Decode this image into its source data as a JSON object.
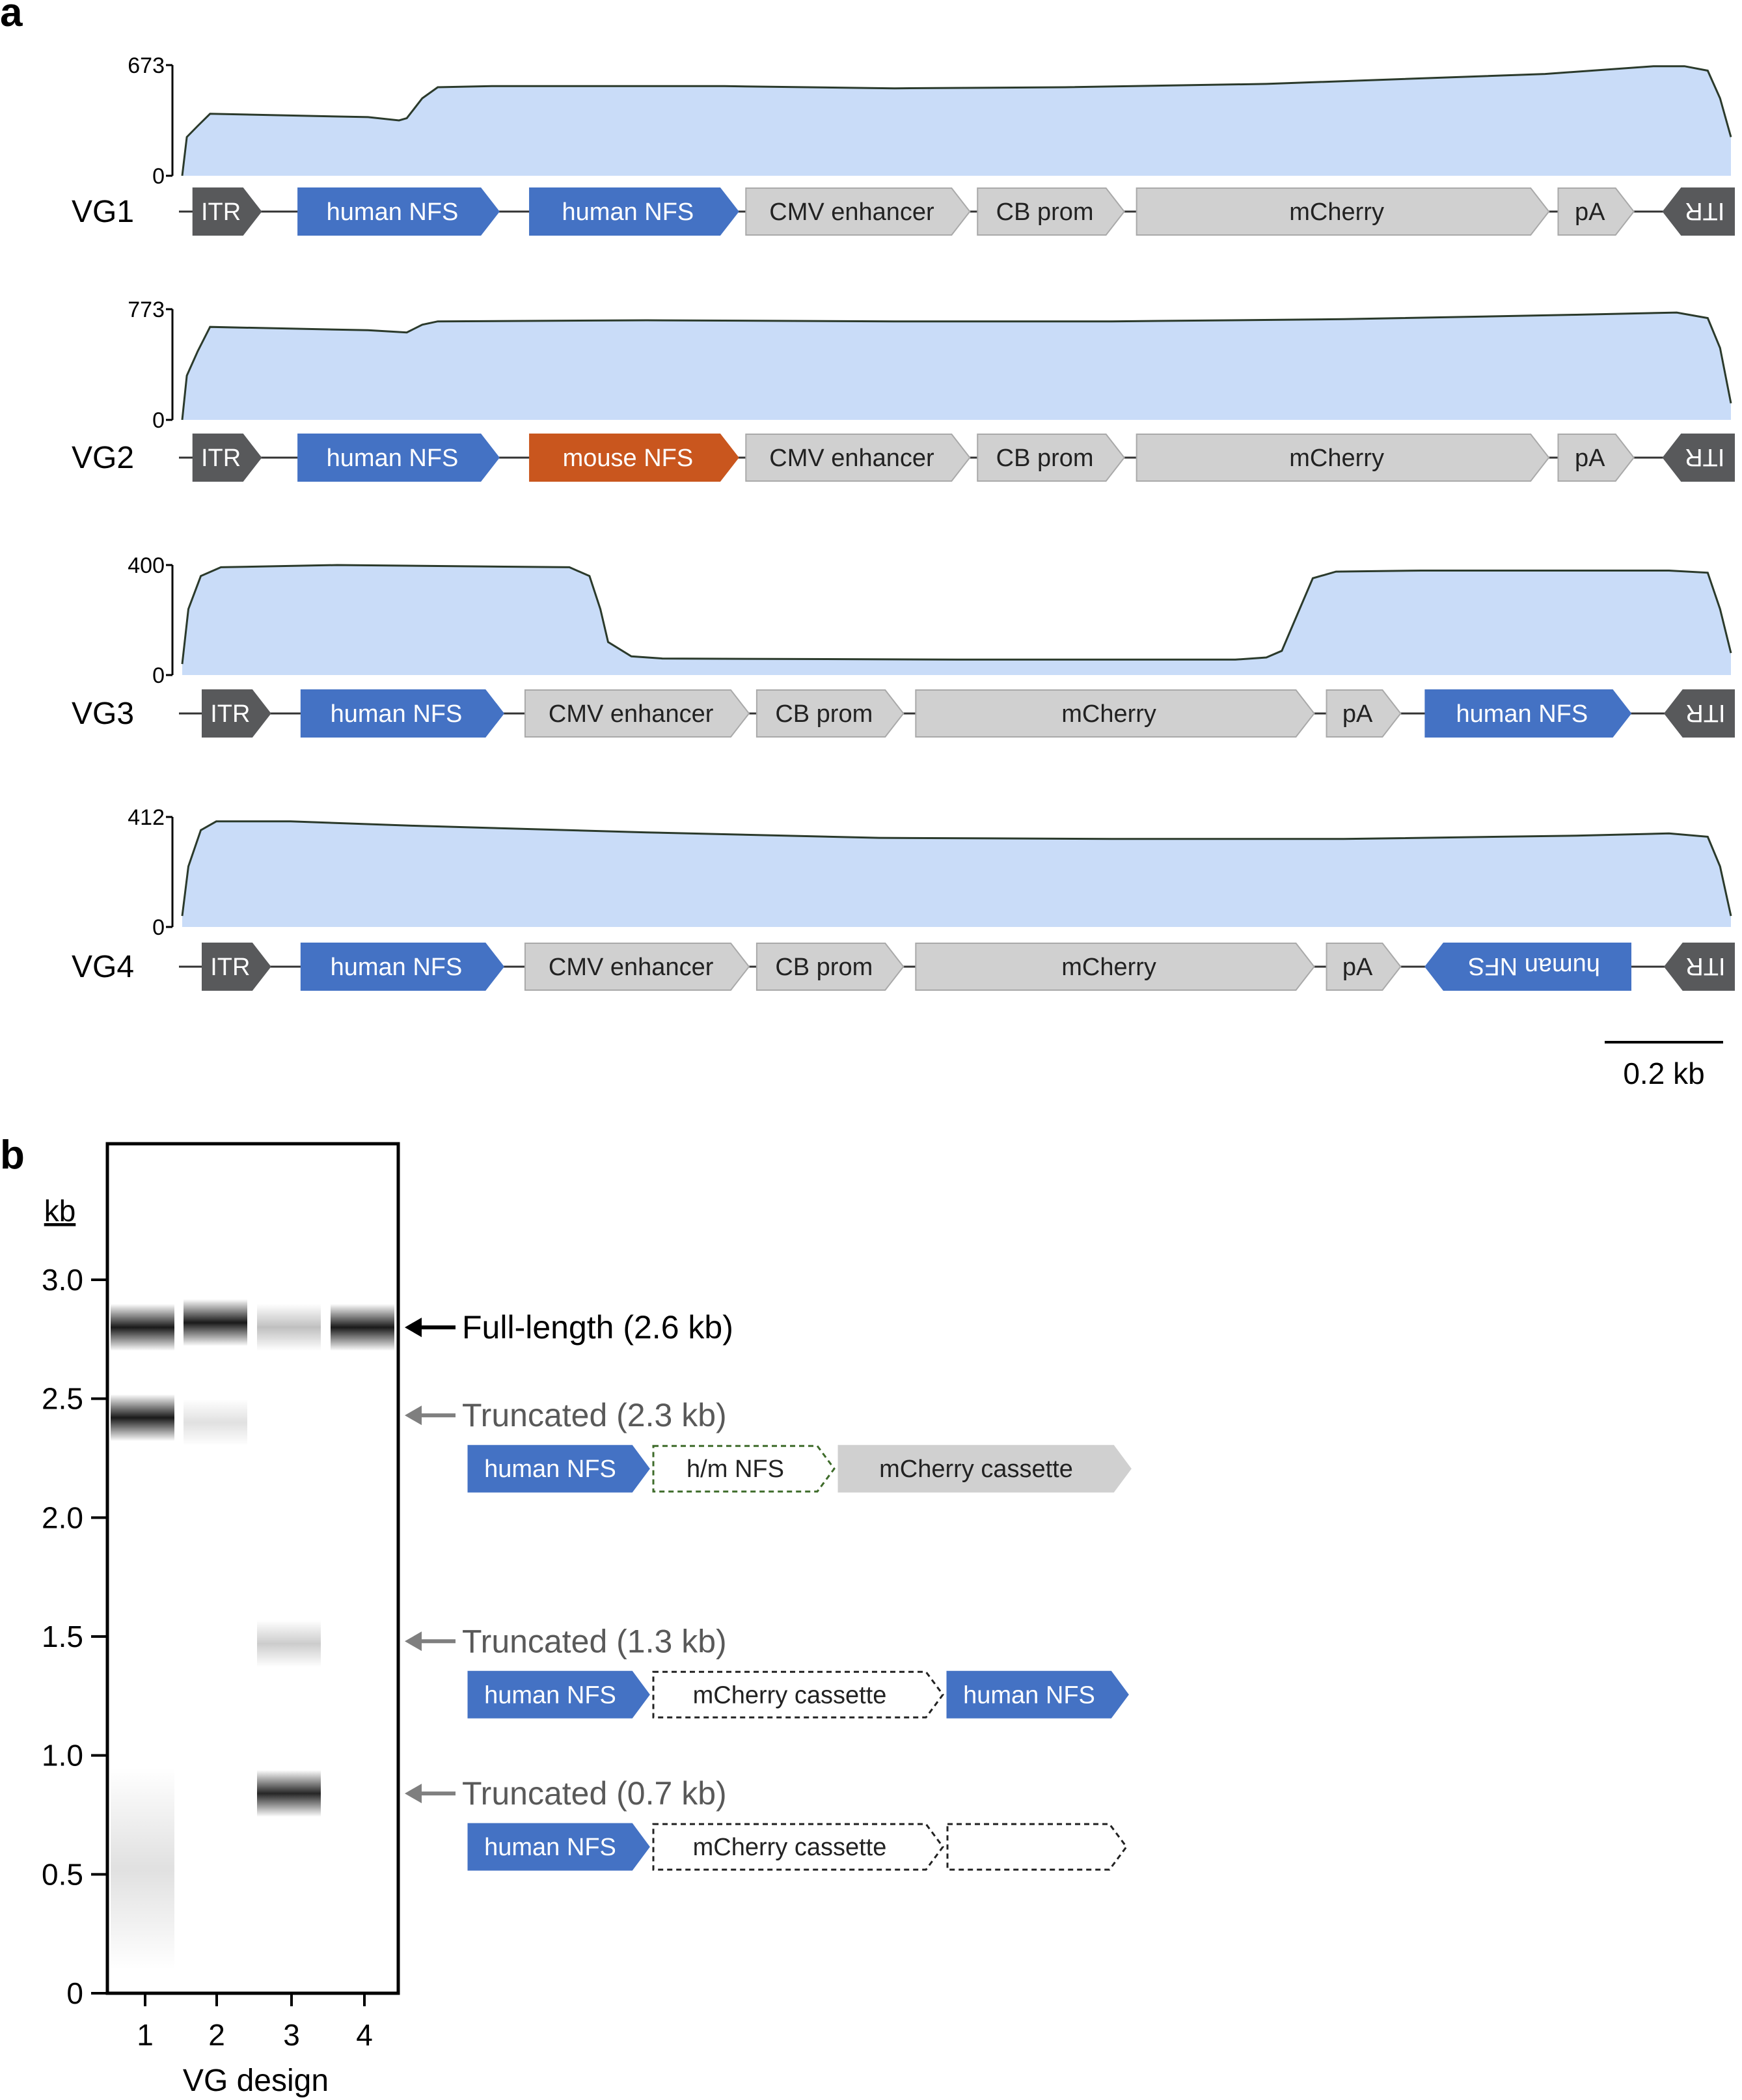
{
  "panel_a": {
    "label": "a",
    "tracks": [
      {
        "name": "VG1",
        "y_max_label": "673",
        "y_zero_label": "0",
        "coverage": [
          [
            0.0,
            0.0
          ],
          [
            0.003,
            0.35
          ],
          [
            0.01,
            0.45
          ],
          [
            0.018,
            0.56
          ],
          [
            0.12,
            0.53
          ],
          [
            0.14,
            0.5
          ],
          [
            0.145,
            0.52
          ],
          [
            0.155,
            0.7
          ],
          [
            0.165,
            0.8
          ],
          [
            0.2,
            0.81
          ],
          [
            0.35,
            0.81
          ],
          [
            0.46,
            0.79
          ],
          [
            0.57,
            0.8
          ],
          [
            0.7,
            0.83
          ],
          [
            0.88,
            0.92
          ],
          [
            0.95,
            0.99
          ],
          [
            0.97,
            0.99
          ],
          [
            0.985,
            0.95
          ],
          [
            0.993,
            0.7
          ],
          [
            1.0,
            0.35
          ]
        ],
        "features": [
          {
            "label": "ITR",
            "color": "#58595b",
            "text_color": "#ffffff",
            "start": 0.002,
            "end": 0.046,
            "dir": "fwd"
          },
          {
            "label": "human NFS",
            "color": "#4472c4",
            "text_color": "#ffffff",
            "start": 0.07,
            "end": 0.2,
            "dir": "fwd"
          },
          {
            "label": "human NFS",
            "color": "#4472c4",
            "text_color": "#ffffff",
            "start": 0.22,
            "end": 0.355,
            "dir": "fwd"
          },
          {
            "label": "CMV enhancer",
            "color": "#d0d0d0",
            "text_color": "#222222",
            "start": 0.36,
            "end": 0.505,
            "dir": "fwd"
          },
          {
            "label": "CB prom",
            "color": "#d0d0d0",
            "text_color": "#222222",
            "start": 0.51,
            "end": 0.605,
            "dir": "fwd"
          },
          {
            "label": "mCherry",
            "color": "#d0d0d0",
            "text_color": "#222222",
            "start": 0.613,
            "end": 0.88,
            "dir": "fwd"
          },
          {
            "label": "pA",
            "color": "#d0d0d0",
            "text_color": "#222222",
            "start": 0.886,
            "end": 0.935,
            "dir": "fwd"
          },
          {
            "label": "ITR",
            "color": "#58595b",
            "text_color": "#ffffff",
            "start": 0.954,
            "end": 1.0,
            "dir": "rev",
            "flip": true
          }
        ]
      },
      {
        "name": "VG2",
        "y_max_label": "773",
        "y_zero_label": "0",
        "coverage": [
          [
            0.0,
            0.0
          ],
          [
            0.003,
            0.4
          ],
          [
            0.01,
            0.62
          ],
          [
            0.018,
            0.84
          ],
          [
            0.12,
            0.81
          ],
          [
            0.145,
            0.79
          ],
          [
            0.155,
            0.86
          ],
          [
            0.165,
            0.89
          ],
          [
            0.3,
            0.9
          ],
          [
            0.46,
            0.89
          ],
          [
            0.6,
            0.89
          ],
          [
            0.75,
            0.91
          ],
          [
            0.9,
            0.95
          ],
          [
            0.965,
            0.97
          ],
          [
            0.985,
            0.92
          ],
          [
            0.993,
            0.65
          ],
          [
            1.0,
            0.15
          ]
        ],
        "features": [
          {
            "label": "ITR",
            "color": "#58595b",
            "text_color": "#ffffff",
            "start": 0.002,
            "end": 0.046,
            "dir": "fwd"
          },
          {
            "label": "human NFS",
            "color": "#4472c4",
            "text_color": "#ffffff",
            "start": 0.07,
            "end": 0.2,
            "dir": "fwd"
          },
          {
            "label": "mouse NFS",
            "color": "#c9561e",
            "text_color": "#ffffff",
            "start": 0.22,
            "end": 0.355,
            "dir": "fwd"
          },
          {
            "label": "CMV enhancer",
            "color": "#d0d0d0",
            "text_color": "#222222",
            "start": 0.36,
            "end": 0.505,
            "dir": "fwd"
          },
          {
            "label": "CB prom",
            "color": "#d0d0d0",
            "text_color": "#222222",
            "start": 0.51,
            "end": 0.605,
            "dir": "fwd"
          },
          {
            "label": "mCherry",
            "color": "#d0d0d0",
            "text_color": "#222222",
            "start": 0.613,
            "end": 0.88,
            "dir": "fwd"
          },
          {
            "label": "pA",
            "color": "#d0d0d0",
            "text_color": "#222222",
            "start": 0.886,
            "end": 0.935,
            "dir": "fwd"
          },
          {
            "label": "ITR",
            "color": "#58595b",
            "text_color": "#ffffff",
            "start": 0.954,
            "end": 1.0,
            "dir": "rev",
            "flip": true
          }
        ]
      },
      {
        "name": "VG3",
        "y_max_label": "400",
        "y_zero_label": "0",
        "coverage": [
          [
            0.0,
            0.1
          ],
          [
            0.004,
            0.6
          ],
          [
            0.012,
            0.9
          ],
          [
            0.025,
            0.98
          ],
          [
            0.1,
            1.0
          ],
          [
            0.25,
            0.98
          ],
          [
            0.263,
            0.9
          ],
          [
            0.27,
            0.6
          ],
          [
            0.275,
            0.3
          ],
          [
            0.29,
            0.17
          ],
          [
            0.31,
            0.15
          ],
          [
            0.5,
            0.14
          ],
          [
            0.68,
            0.14
          ],
          [
            0.7,
            0.16
          ],
          [
            0.71,
            0.22
          ],
          [
            0.72,
            0.55
          ],
          [
            0.73,
            0.88
          ],
          [
            0.745,
            0.94
          ],
          [
            0.8,
            0.95
          ],
          [
            0.96,
            0.95
          ],
          [
            0.985,
            0.93
          ],
          [
            0.993,
            0.6
          ],
          [
            1.0,
            0.2
          ]
        ],
        "features": [
          {
            "label": "ITR",
            "color": "#58595b",
            "text_color": "#ffffff",
            "start": 0.008,
            "end": 0.052,
            "dir": "fwd"
          },
          {
            "label": "human NFS",
            "color": "#4472c4",
            "text_color": "#ffffff",
            "start": 0.072,
            "end": 0.203,
            "dir": "fwd"
          },
          {
            "label": "CMV enhancer",
            "color": "#d0d0d0",
            "text_color": "#222222",
            "start": 0.217,
            "end": 0.362,
            "dir": "fwd"
          },
          {
            "label": "CB prom",
            "color": "#d0d0d0",
            "text_color": "#222222",
            "start": 0.367,
            "end": 0.462,
            "dir": "fwd"
          },
          {
            "label": "mCherry",
            "color": "#d0d0d0",
            "text_color": "#222222",
            "start": 0.47,
            "end": 0.728,
            "dir": "fwd"
          },
          {
            "label": "pA",
            "color": "#d0d0d0",
            "text_color": "#222222",
            "start": 0.736,
            "end": 0.784,
            "dir": "fwd"
          },
          {
            "label": "human NFS",
            "color": "#4472c4",
            "text_color": "#ffffff",
            "start": 0.8,
            "end": 0.933,
            "dir": "fwd"
          },
          {
            "label": "ITR",
            "color": "#58595b",
            "text_color": "#ffffff",
            "start": 0.955,
            "end": 1.0,
            "dir": "rev",
            "flip": true
          }
        ]
      },
      {
        "name": "VG4",
        "y_max_label": "412",
        "y_zero_label": "0",
        "coverage": [
          [
            0.0,
            0.1
          ],
          [
            0.004,
            0.55
          ],
          [
            0.012,
            0.88
          ],
          [
            0.022,
            0.96
          ],
          [
            0.07,
            0.96
          ],
          [
            0.15,
            0.92
          ],
          [
            0.3,
            0.86
          ],
          [
            0.45,
            0.81
          ],
          [
            0.6,
            0.8
          ],
          [
            0.75,
            0.8
          ],
          [
            0.9,
            0.83
          ],
          [
            0.96,
            0.85
          ],
          [
            0.985,
            0.82
          ],
          [
            0.993,
            0.55
          ],
          [
            1.0,
            0.1
          ]
        ],
        "features": [
          {
            "label": "ITR",
            "color": "#58595b",
            "text_color": "#ffffff",
            "start": 0.008,
            "end": 0.052,
            "dir": "fwd"
          },
          {
            "label": "human NFS",
            "color": "#4472c4",
            "text_color": "#ffffff",
            "start": 0.072,
            "end": 0.203,
            "dir": "fwd"
          },
          {
            "label": "CMV enhancer",
            "color": "#d0d0d0",
            "text_color": "#222222",
            "start": 0.217,
            "end": 0.362,
            "dir": "fwd"
          },
          {
            "label": "CB prom",
            "color": "#d0d0d0",
            "text_color": "#222222",
            "start": 0.367,
            "end": 0.462,
            "dir": "fwd"
          },
          {
            "label": "mCherry",
            "color": "#d0d0d0",
            "text_color": "#222222",
            "start": 0.47,
            "end": 0.728,
            "dir": "fwd"
          },
          {
            "label": "pA",
            "color": "#d0d0d0",
            "text_color": "#222222",
            "start": 0.736,
            "end": 0.784,
            "dir": "fwd"
          },
          {
            "label": "human NFS",
            "color": "#4472c4",
            "text_color": "#ffffff",
            "start": 0.8,
            "end": 0.933,
            "dir": "rev",
            "flip": true
          },
          {
            "label": "ITR",
            "color": "#58595b",
            "text_color": "#ffffff",
            "start": 0.955,
            "end": 1.0,
            "dir": "rev",
            "flip": true
          }
        ]
      }
    ],
    "scale_bar": {
      "label": "0.2 kb"
    }
  },
  "panel_b": {
    "label": "b",
    "y_axis_title": "kb",
    "x_axis_title": "VG design",
    "y_ticks": [
      "0",
      "0.5",
      "1.0",
      "1.5",
      "2.0",
      "2.5",
      "3.0"
    ],
    "lanes": [
      "1",
      "2",
      "3",
      "4"
    ],
    "bands": [
      {
        "lane": "1",
        "kb": 2.8,
        "intensity": 0.9
      },
      {
        "lane": "1",
        "kb": 2.42,
        "intensity": 0.9
      },
      {
        "lane": "1",
        "kb": 0.5,
        "intensity": 0.12,
        "smear_to_kb": 0.1
      },
      {
        "lane": "2",
        "kb": 2.82,
        "intensity": 0.9
      },
      {
        "lane": "2",
        "kb": 2.4,
        "intensity": 0.12
      },
      {
        "lane": "3",
        "kb": 2.8,
        "intensity": 0.25
      },
      {
        "lane": "3",
        "kb": 1.47,
        "intensity": 0.2
      },
      {
        "lane": "3",
        "kb": 0.84,
        "intensity": 0.85
      },
      {
        "lane": "4",
        "kb": 2.8,
        "intensity": 0.9
      }
    ],
    "annotations": [
      {
        "text": "Full-length (2.6 kb)",
        "kb": 2.8,
        "arrow_color": "#000000",
        "text_color": "#000000",
        "cassette": []
      },
      {
        "text": "Truncated (2.3 kb)",
        "kb": 2.43,
        "arrow_color": "#7f7f7f",
        "text_color": "#595959",
        "cassette": [
          {
            "label": "human NFS",
            "style": "blue"
          },
          {
            "label": "h/m NFS",
            "style": "dashed-green"
          },
          {
            "label": "mCherry cassette",
            "style": "gray"
          }
        ]
      },
      {
        "text": "Truncated (1.3 kb)",
        "kb": 1.48,
        "arrow_color": "#7f7f7f",
        "text_color": "#595959",
        "cassette": [
          {
            "label": "human NFS",
            "style": "blue"
          },
          {
            "label": "mCherry cassette",
            "style": "dashed"
          },
          {
            "label": "human NFS",
            "style": "blue"
          }
        ]
      },
      {
        "text": "Truncated (0.7 kb)",
        "kb": 0.84,
        "arrow_color": "#7f7f7f",
        "text_color": "#595959",
        "cassette": [
          {
            "label": "human NFS",
            "style": "blue"
          },
          {
            "label": "mCherry cassette",
            "style": "dashed"
          },
          {
            "label": "",
            "style": "dashed"
          }
        ]
      }
    ]
  }
}
